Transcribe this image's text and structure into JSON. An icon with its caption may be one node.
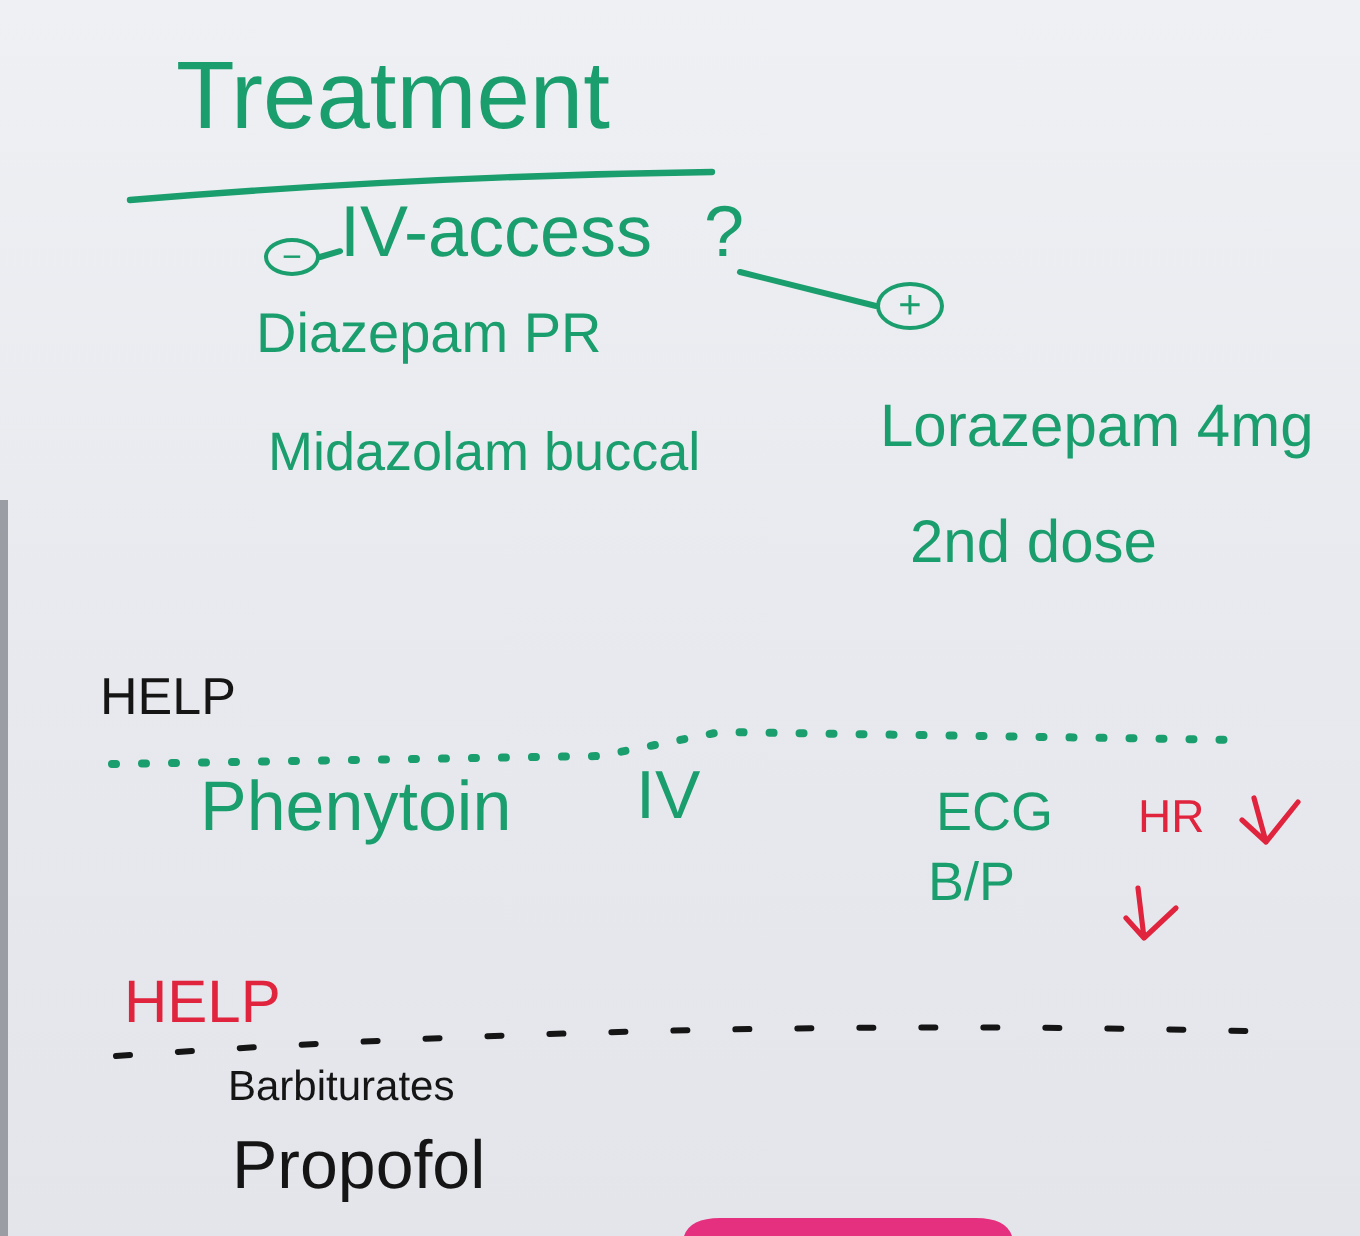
{
  "diagram": {
    "title": "Treatment",
    "nodes": [
      {
        "text": [
          "IV-access ?"
        ]
      },
      {
        "text": [
          "−"
        ]
      },
      {
        "text": [
          "+"
        ]
      }
    ],
    "edges": [
      {
        "from": 1,
        "to": 0,
        "arrow": "none"
      },
      {
        "from": 0,
        "to": 2,
        "arrow": "none"
      }
    ],
    "labels": [
      "Diazepam PR",
      "Midazolam buccal",
      "Lorazepam 4mg",
      "2nd dose",
      "HELP",
      "Phenytoin",
      "IV",
      "ECG",
      "HR",
      "B/P",
      "HELP",
      "Barbiturates",
      "Propofol"
    ]
  }
}
